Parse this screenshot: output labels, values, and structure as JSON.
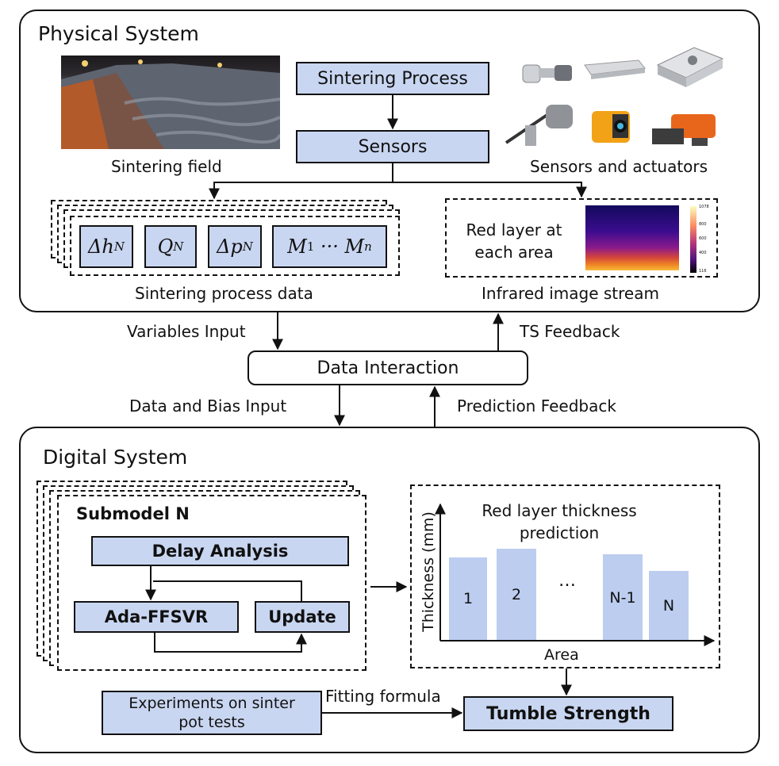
{
  "physical": {
    "title": "Physical System",
    "sintering_process": "Sintering Process",
    "sensors": "Sensors",
    "sintering_field_caption": "Sintering field",
    "sensors_actuators_caption": "Sensors and actuators",
    "process_data_caption": "Sintering process data",
    "infrared_caption": "Infrared image stream",
    "red_layer_text": "Red layer at each area",
    "colorbar_ticks": [
      "1078",
      "800",
      "600",
      "400",
      "116"
    ]
  },
  "interaction": {
    "box": "Data Interaction",
    "variables_input": "Variables Input",
    "ts_feedback": "TS Feedback",
    "data_bias_input": "Data and Bias Input",
    "prediction_feedback": "Prediction Feedback"
  },
  "digital": {
    "title": "Digital System",
    "submodel_title": "Submodel N",
    "delay_analysis": "Delay Analysis",
    "ada_ffsvr": "Ada-FFSVR",
    "update": "Update",
    "experiments": "Experiments on sinter pot tests",
    "fitting_formula": "Fitting formula",
    "tumble_strength": "Tumble Strength"
  },
  "chart_data": {
    "type": "bar",
    "title": "Red layer thickness prediction",
    "xlabel": "Area",
    "ylabel": "Thickness (mm)",
    "categories": [
      "1",
      "2",
      "…",
      "N-1",
      "N"
    ],
    "values": [
      0.62,
      0.68,
      null,
      0.64,
      0.52
    ],
    "ylim": [
      0,
      1
    ]
  },
  "colors": {
    "box_fill": "#c9d6f1",
    "bar_fill": "#bccdf0",
    "stroke": "#111111"
  }
}
